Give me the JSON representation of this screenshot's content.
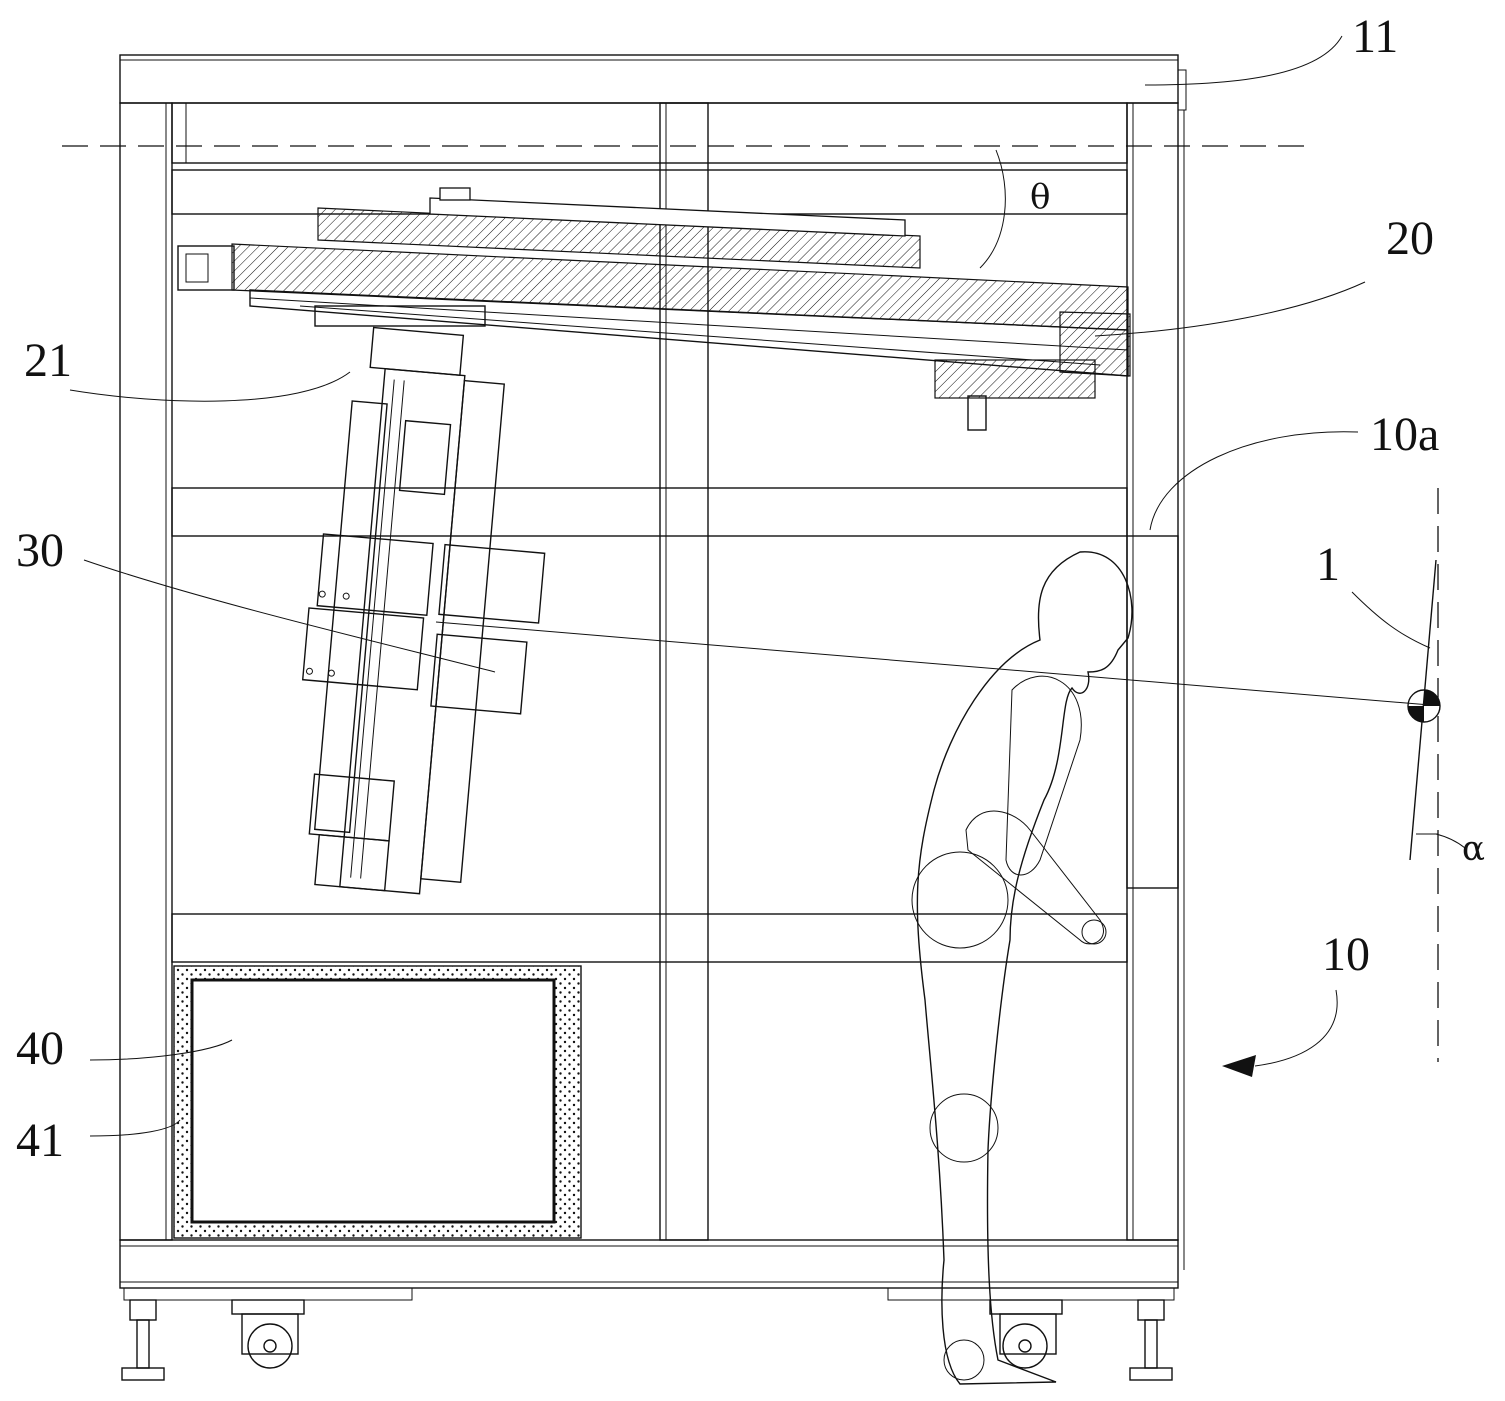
{
  "figure": {
    "labels": {
      "frame_top": "11",
      "angle_theta": "θ",
      "gantry": "20",
      "slider": "21",
      "opening": "10a",
      "viewer_marker": "1",
      "manipulator": "30",
      "angle_alpha": "α",
      "cabinet": "10",
      "box": "40",
      "insulation": "41"
    }
  }
}
